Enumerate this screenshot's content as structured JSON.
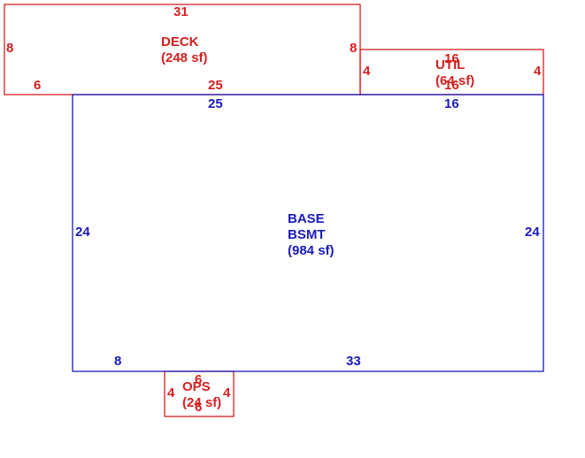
{
  "colors": {
    "secondary_area": "#d42020",
    "base_area": "#1a1ab8"
  },
  "deck": {
    "name": "DECK",
    "area": "(248 sf)",
    "dims": {
      "top": "31",
      "left": "8",
      "right": "8",
      "bottom_left": "6",
      "bottom": "25"
    }
  },
  "util": {
    "name": "UTIL",
    "area": "(64 sf)",
    "dims": {
      "top": "16",
      "left": "4",
      "right": "4",
      "bottom": "16"
    }
  },
  "base": {
    "name": "BASE",
    "sub": "BSMT",
    "area": "(984 sf)",
    "dims": {
      "top_left": "25",
      "top_right": "16",
      "left": "24",
      "right": "24",
      "bottom_left": "8",
      "bottom_right": "33"
    }
  },
  "ops": {
    "name": "OPS",
    "area": "(24 sf)",
    "dims": {
      "top": "6",
      "left": "4",
      "right": "4",
      "bottom": "6"
    }
  }
}
